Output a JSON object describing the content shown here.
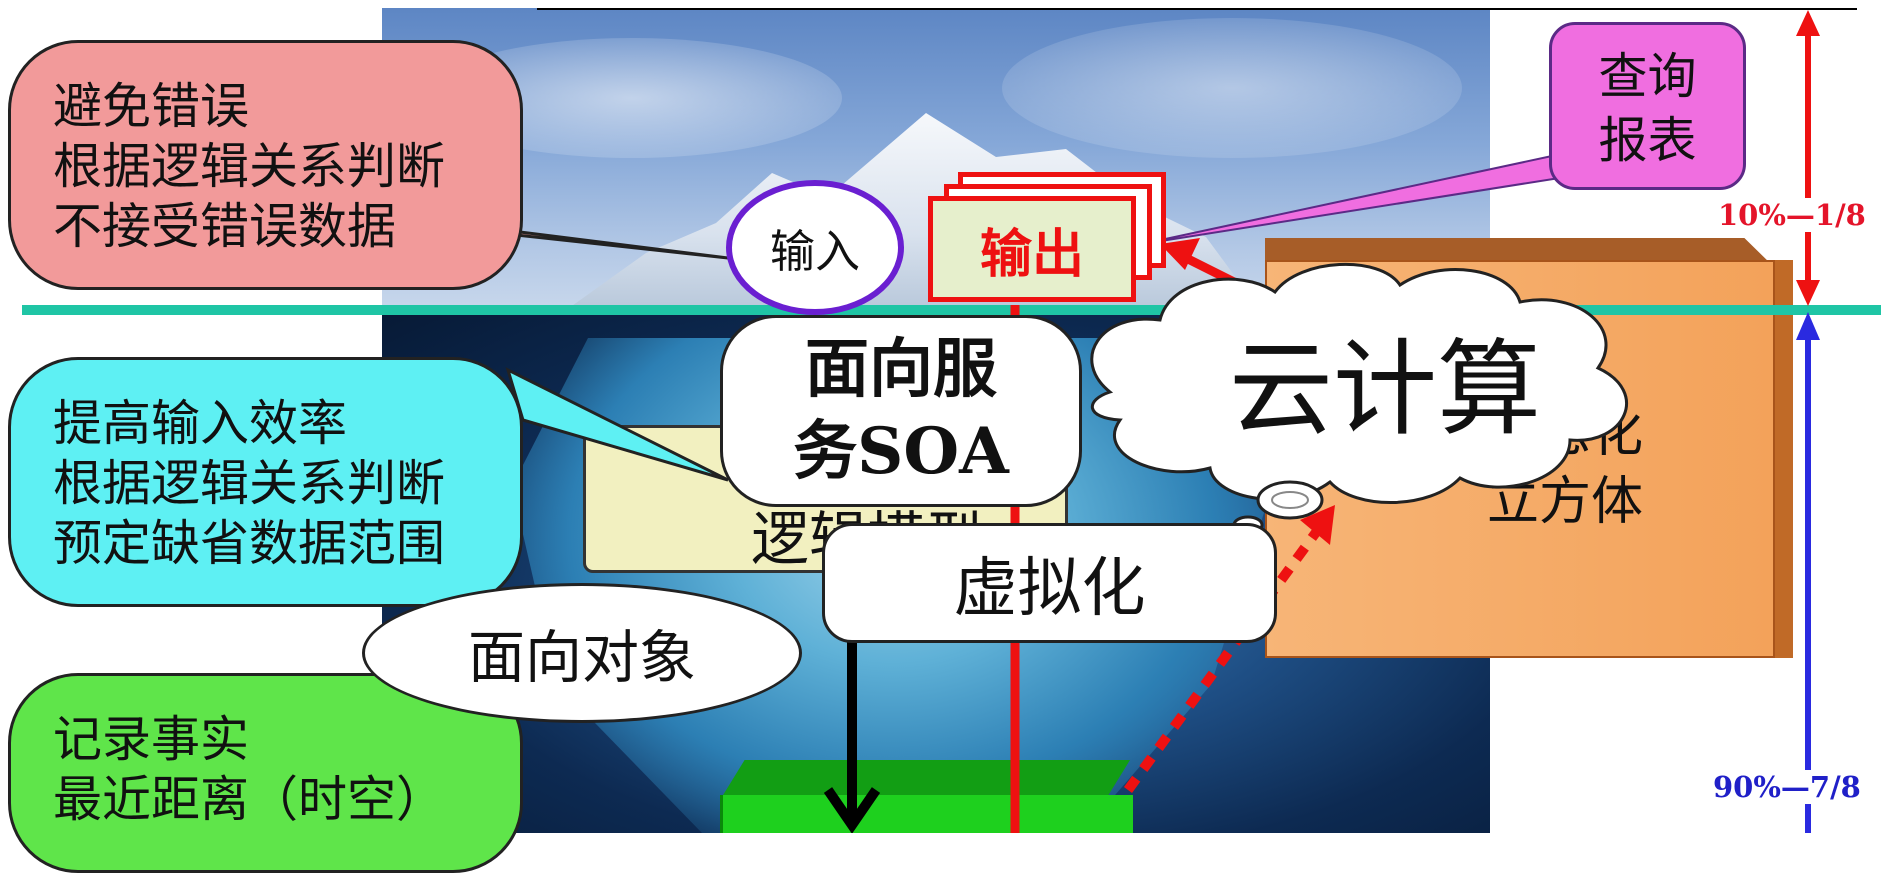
{
  "callouts": {
    "error_avoid": {
      "line1": "避免错误",
      "line2": "根据逻辑关系判断",
      "line3": "不接受错误数据"
    },
    "input_efficiency": {
      "line1": "提高输入效率",
      "line2": "根据逻辑关系判断",
      "line3": "预定缺省数据范围"
    },
    "record_facts": {
      "line1": "记录事实",
      "line2": "最近距离（时空）"
    }
  },
  "query_report": {
    "line1": "查询",
    "line2": "报表"
  },
  "input_label": "输入",
  "output_label": "输出",
  "logic_model_label": "逻辑模型",
  "cube_label": {
    "line1": "信息化",
    "line2": "立方体"
  },
  "bubbles": {
    "soa_line1": "面向服",
    "soa_line2": "务SOA",
    "cloud": "云计算",
    "virtualization": "虚拟化",
    "object_oriented": "面向对象"
  },
  "axis": {
    "top_label": "10%—1/8",
    "bottom_label": "90%—7/8"
  },
  "colors": {
    "waterline": "#1fc5a5",
    "top_arrow": "#ee1111",
    "bottom_arrow": "#2a2ae0",
    "callout_red": "#f29a9a",
    "callout_cyan": "#5ef0f3",
    "callout_green": "#5fe54a",
    "query_box": "#f06ee0",
    "cube": "#f3a25a"
  }
}
